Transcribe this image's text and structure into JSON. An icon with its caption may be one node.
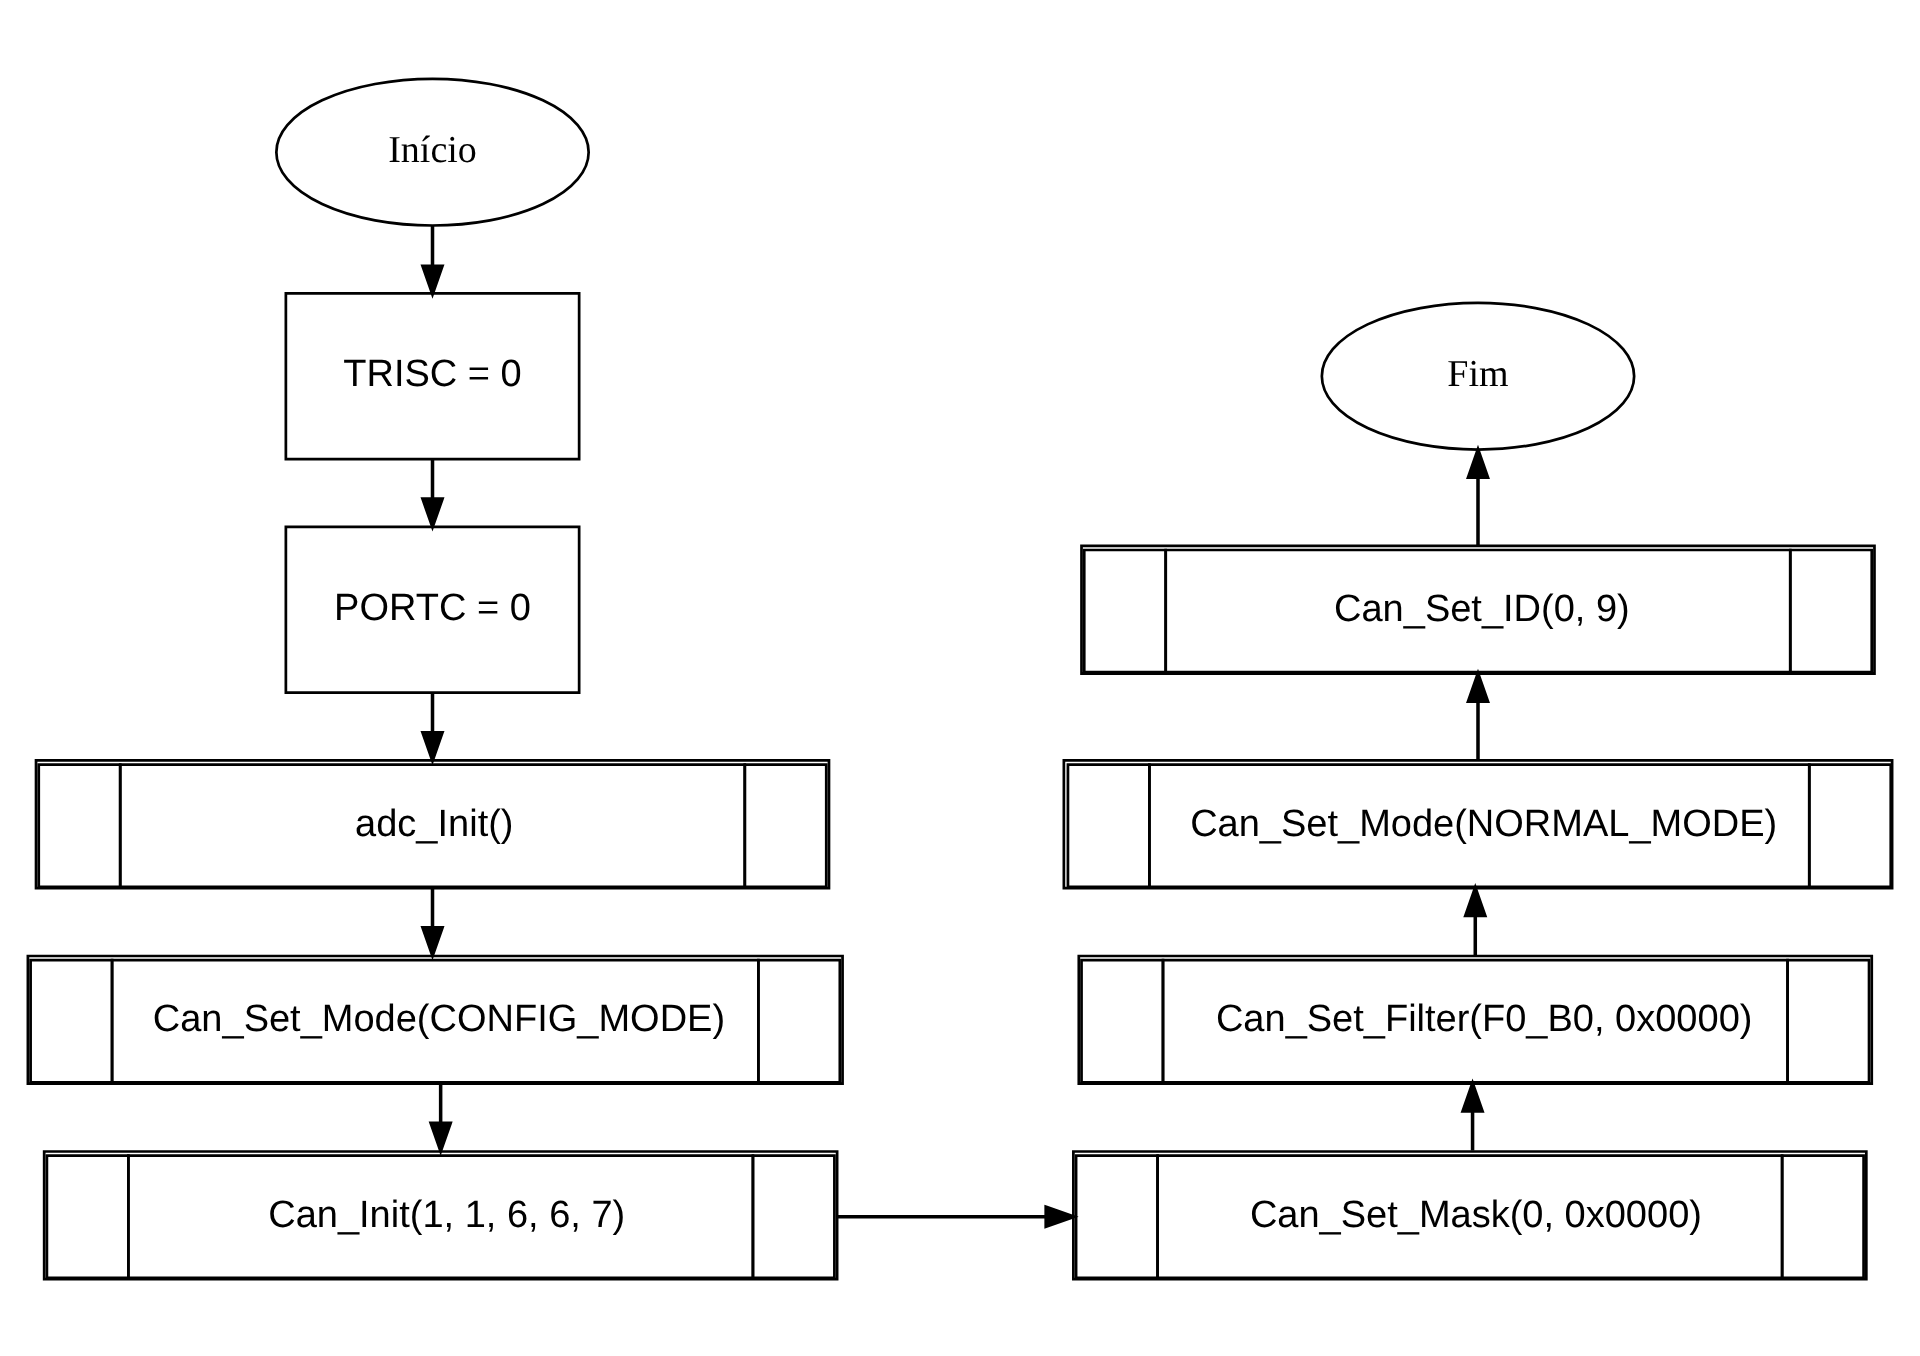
{
  "diagram": {
    "nodes": [
      {
        "text": [
          "Início"
        ]
      },
      {
        "text": [
          "TRISC = 0"
        ]
      },
      {
        "text": [
          "PORTC = 0"
        ]
      },
      {
        "text": [
          "adc_Init()"
        ]
      },
      {
        "text": [
          "Can_Set_Mode(CONFIG_MODE)"
        ]
      },
      {
        "text": [
          "Can_Init(1, 1, 6, 6, 7)"
        ]
      },
      {
        "text": [
          "Can_Set_Mask(0, 0x0000)"
        ]
      },
      {
        "text": [
          "Can_Set_Filter(F0_B0, 0x0000)"
        ]
      },
      {
        "text": [
          "Can_Set_Mode(NORMAL_MODE)"
        ]
      },
      {
        "text": [
          "Can_Set_ID(0, 9)"
        ]
      },
      {
        "text": [
          "Fim"
        ]
      }
    ],
    "edges": [
      {
        "from": 0,
        "to": 1,
        "arrow": "to"
      },
      {
        "from": 1,
        "to": 2,
        "arrow": "to"
      },
      {
        "from": 2,
        "to": 3,
        "arrow": "to"
      },
      {
        "from": 3,
        "to": 4,
        "arrow": "to"
      },
      {
        "from": 4,
        "to": 5,
        "arrow": "to"
      },
      {
        "from": 5,
        "to": 6,
        "arrow": "to"
      },
      {
        "from": 6,
        "to": 7,
        "arrow": "to"
      },
      {
        "from": 7,
        "to": 8,
        "arrow": "to"
      },
      {
        "from": 8,
        "to": 9,
        "arrow": "to"
      },
      {
        "from": 9,
        "to": 10,
        "arrow": "to"
      }
    ]
  }
}
